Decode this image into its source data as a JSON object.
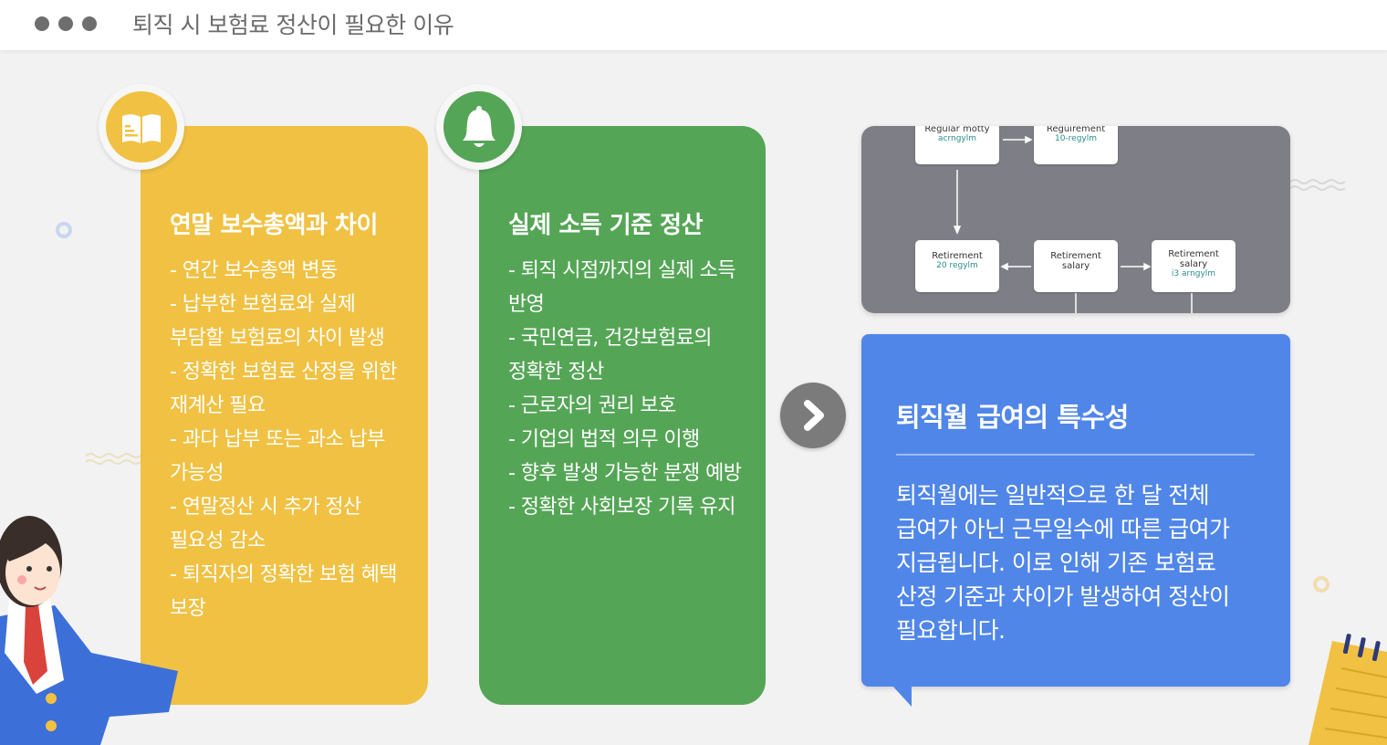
{
  "window": {
    "title": "퇴직 시 보험료 정산이 필요한 이유"
  },
  "card_left": {
    "icon": "book-icon",
    "title": "연말 보수총액과 차이",
    "items": [
      "- 연간 보수총액 변동",
      "- 납부한 보험료와 실제 부담할 보험료의 차이 발생",
      "- 정확한 보험료 산정을 위한 재계산 필요",
      "- 과다 납부 또는 과소 납부 가능성",
      "- 연말정산 시 추가 정산 필요성 감소",
      "- 퇴직자의 정확한 보험 혜택 보장"
    ]
  },
  "card_middle": {
    "icon": "bell-icon",
    "title": "실제 소득 기준 정산",
    "items": [
      "- 퇴직 시점까지의 실제 소득 반영",
      "- 국민연금, 건강보험료의 정확한 정산",
      "- 근로자의 권리 보호",
      "- 기업의 법적 의무 이행",
      "- 향후 발생 가능한 분쟁 예방",
      "- 정확한 사회보장 기록 유지"
    ]
  },
  "diagram": {
    "nodes": [
      {
        "label": "Regular motty",
        "sub": "acrngylm"
      },
      {
        "label": "Reguirement",
        "sub": "10-regylm"
      },
      {
        "label": "Retirement",
        "sub": "20 regylm"
      },
      {
        "label": "Retirement",
        "label2": "salary",
        "sub": ""
      },
      {
        "label": "Retirement",
        "label2": "salary",
        "sub": "i3 arngylm"
      }
    ]
  },
  "info_box": {
    "title": "퇴직월 급여의 특수성",
    "body": "퇴직월에는 일반적으로 한 달 전체 급여가 아닌 근무일수에 따른 급여가 지급됩니다. 이로 인해 기존 보험료 산정 기준과 차이가 발생하여 정산이 필요합니다."
  },
  "navigation": {
    "next_icon": "chevron-right-icon"
  },
  "colors": {
    "yellow": "#f0c143",
    "green": "#55a557",
    "blue": "#5086e8",
    "gray": "#7e7f86"
  }
}
